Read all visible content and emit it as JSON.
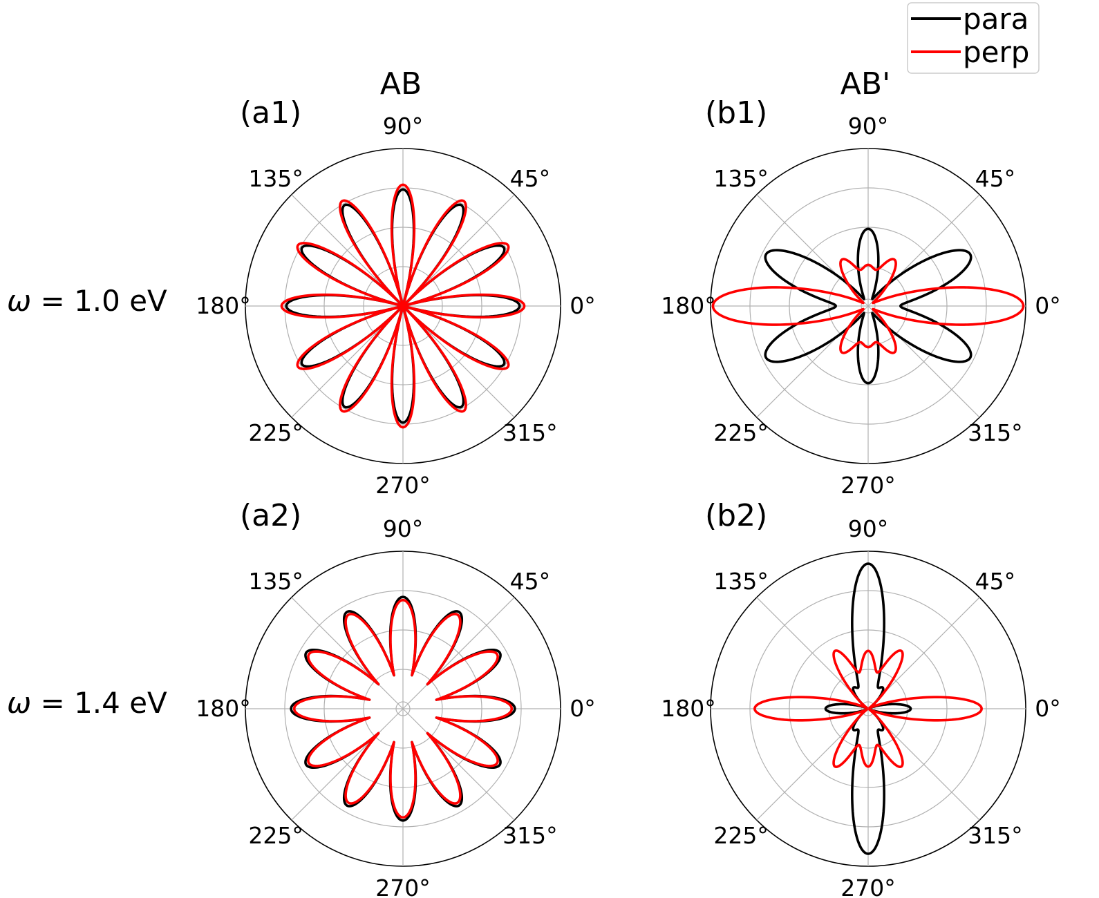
{
  "legend": {
    "para": "para",
    "perp": "perp"
  },
  "column_titles": [
    "AB",
    "AB'"
  ],
  "row_labels": [
    {
      "symbol": "ω",
      "text": " = 1.0 eV"
    },
    {
      "symbol": "ω",
      "text": " = 1.4 eV"
    }
  ],
  "colors": {
    "para": "#000000",
    "perp": "#ff0000",
    "grid": "#b0b0b0"
  },
  "chart_data": [
    {
      "type": "polar",
      "panel": "(a1)",
      "angle_ticks": [
        "0°",
        "45°",
        "90°",
        "135°",
        "180°",
        "225°",
        "270°",
        "315°"
      ],
      "radial_grid": [
        0.25,
        0.5,
        0.75,
        1.0
      ],
      "rlim": [
        0,
        1
      ],
      "series": [
        {
          "name": "para",
          "model": "rose",
          "petals": 12,
          "phase_deg": 90,
          "amplitude": 0.74,
          "petal_power": 1.0,
          "base": 0.0
        },
        {
          "name": "perp",
          "model": "rose",
          "petals": 12,
          "phase_deg": 0,
          "amplitude": 0.77,
          "petal_power": 1.0,
          "base": 0.0
        }
      ]
    },
    {
      "type": "polar",
      "panel": "(b1)",
      "angle_ticks": [
        "0°",
        "45°",
        "90°",
        "135°",
        "180°",
        "225°",
        "270°",
        "315°"
      ],
      "radial_grid": [
        0.25,
        0.5,
        0.75,
        1.0
      ],
      "rlim": [
        0,
        1
      ],
      "series": [
        {
          "name": "para",
          "model": "lobes",
          "terms": [
            [
              0.0,
              0.06
            ],
            [
              27,
              0.72
            ],
            [
              90,
              0.49
            ]
          ],
          "width": 0.22
        },
        {
          "name": "perp",
          "model": "lobes",
          "terms": [
            [
              0,
              0.985
            ],
            [
              60,
              0.33
            ],
            [
              90,
              0.24
            ]
          ],
          "width": 0.2
        }
      ]
    },
    {
      "type": "polar",
      "panel": "(a2)",
      "angle_ticks": [
        "0°",
        "45°",
        "90°",
        "135°",
        "180°",
        "225°",
        "270°",
        "315°"
      ],
      "radial_grid": [
        0.25,
        0.5,
        0.75,
        1.0
      ],
      "rlim": [
        0,
        1
      ],
      "series": [
        {
          "name": "para",
          "model": "rose",
          "petals": 12,
          "phase_deg": 90,
          "amplitude": 0.49,
          "petal_power": 1.0,
          "base": 0.22
        },
        {
          "name": "perp",
          "model": "rose",
          "petals": 12,
          "phase_deg": 0,
          "amplitude": 0.47,
          "petal_power": 1.0,
          "base": 0.22
        }
      ]
    },
    {
      "type": "polar",
      "panel": "(b2)",
      "angle_ticks": [
        "0°",
        "45°",
        "90°",
        "135°",
        "180°",
        "225°",
        "270°",
        "315°"
      ],
      "radial_grid": [
        0.25,
        0.5,
        0.75,
        1.0
      ],
      "rlim": [
        0,
        1
      ],
      "series": [
        {
          "name": "para",
          "model": "lobes",
          "terms": [
            [
              90,
              0.92
            ],
            [
              0,
              0.27
            ],
            [
              55,
              0.16
            ]
          ],
          "width": 0.18
        },
        {
          "name": "perp",
          "model": "lobes",
          "terms": [
            [
              0,
              0.72
            ],
            [
              60,
              0.42
            ],
            [
              90,
              0.36
            ]
          ],
          "width": 0.17
        }
      ]
    }
  ]
}
